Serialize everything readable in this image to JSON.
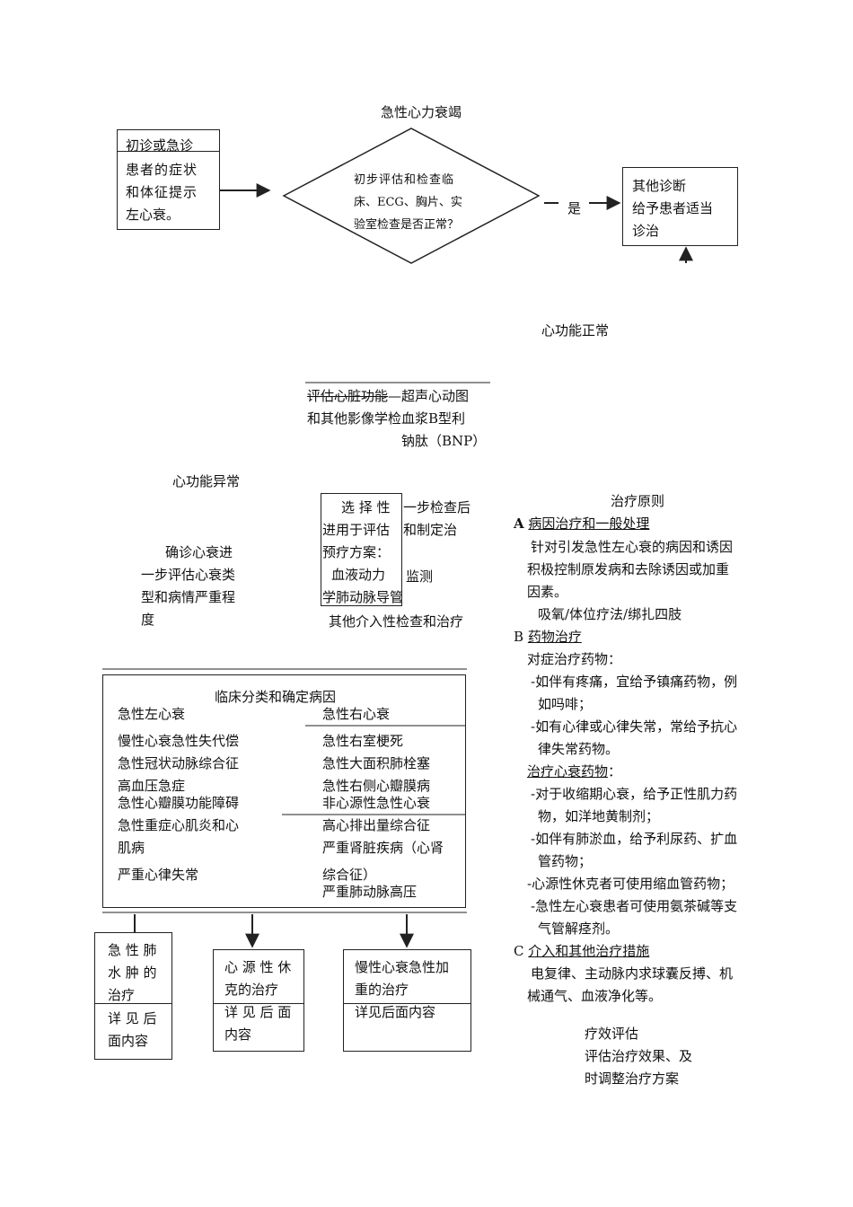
{
  "title": "急性心力衰竭",
  "initial_box": {
    "head": "初诊或急诊",
    "lines": [
      "患者的症状",
      "和体征提示",
      "左心衰。"
    ]
  },
  "decision": {
    "lines": [
      "初步评估和检查临",
      "床、ECG、胸片、实",
      "验室检查是否正常？"
    ]
  },
  "yes_label": "是",
  "other_diag": {
    "lines": [
      "其他诊断",
      "给予患者适当",
      "诊治"
    ]
  },
  "normal_label": "心功能正常",
  "assess": {
    "line1_strike": "评估心脏功能",
    "line1_rest": "—超声心动图",
    "line2": "和其他影像学检血浆B型利",
    "line3": "钠肽（BNP）"
  },
  "abnormal_label": "心功能异常",
  "confirm": {
    "lines": [
      "确诊心衰进",
      "一步评估心衰类",
      "型和病情严重程",
      "度"
    ]
  },
  "selective": {
    "box_lines": [
      "选 择 性",
      "进用于评估",
      "预疗方案：",
      "血液动力",
      "学肺动脉导管"
    ],
    "right_lines": [
      "一步检查后",
      "和制定治"
    ],
    "monitor": "监测",
    "other": "其他介入性检查和治疗"
  },
  "classification": {
    "title": "临床分类和确定病因",
    "left_head": "急性左心衰",
    "right_head": "急性右心衰",
    "left_items": [
      "慢性心衰急性失代偿",
      "急性冠状动脉综合征",
      "高血压急症",
      "急性心瓣膜功能障碍",
      "急性重症心肌炎和心",
      "肌病",
      "严重心律失常"
    ],
    "right_items_a": [
      "急性右室梗死",
      "急性大面积肺栓塞",
      "急性右侧心瓣膜病"
    ],
    "noncardiac": "非心源性急性心衰",
    "right_items_b": [
      "高心排出量综合征",
      "严重肾脏疾病（心肾",
      "综合征）",
      "严重肺动脉高压"
    ]
  },
  "bottom_boxes": [
    {
      "top": [
        "急 性 肺",
        "水 肿 的",
        "治疗"
      ],
      "bottom": [
        "详 见 后",
        "面内容"
      ]
    },
    {
      "top": [
        "心 源 性 休",
        "克的治疗"
      ],
      "bottom": [
        "详 见 后 面",
        "内容"
      ]
    },
    {
      "top": [
        "慢性心衰急性加",
        "重的治疗"
      ],
      "bottom": [
        "详见后面内容"
      ]
    }
  ],
  "treatment": {
    "title": "治疗原则",
    "a_label": "A",
    "a_title": "病因治疗和一般处理",
    "a_text": [
      "针对引发急性左心衰的病因和诱因",
      "积极控制原发病和去除诱因或加重",
      "因素。"
    ],
    "a_extra": "吸氧/体位疗法/绑扎四肢",
    "b_label": "B",
    "b_title": "药物治疗",
    "b_sub1": "对症治疗药物：",
    "b_items1": [
      "-如伴有疼痛，宜给予镇痛药物，例",
      "如吗啡；",
      "-如有心律或心律失常，常给予抗心",
      "律失常药物。"
    ],
    "b_sub2": "治疗心衰药物",
    "b_sub2_colon": "：",
    "b_items2": [
      "-对于收缩期心衰，给予正性肌力药",
      "物，如洋地黄制剂；",
      "-如伴有肺淤血，给予利尿药、扩血",
      "管药物；",
      "-心源性休克者可使用缩血管药物；",
      "-急性左心衰患者可使用氨茶碱等支",
      "气管解痉剂。"
    ],
    "c_label": "C",
    "c_title": "介入和其他治疗措施",
    "c_text": [
      "电复律、主动脉内求球囊反搏、机",
      "械通气、血液净化等。"
    ]
  },
  "evaluation": {
    "lines": [
      "疗效评估",
      "评估治疗效果、及",
      "时调整治疗方案"
    ]
  }
}
